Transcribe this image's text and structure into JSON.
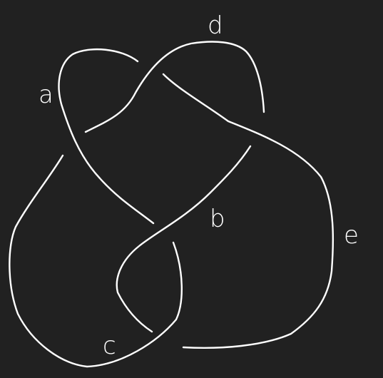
{
  "diagram": {
    "background_color": "#212121",
    "stroke_color": "#ffffff",
    "label_color": "#ffffff",
    "arc_labels": {
      "a": "a",
      "b": "b",
      "c": "c",
      "d": "d",
      "e": "e"
    }
  }
}
